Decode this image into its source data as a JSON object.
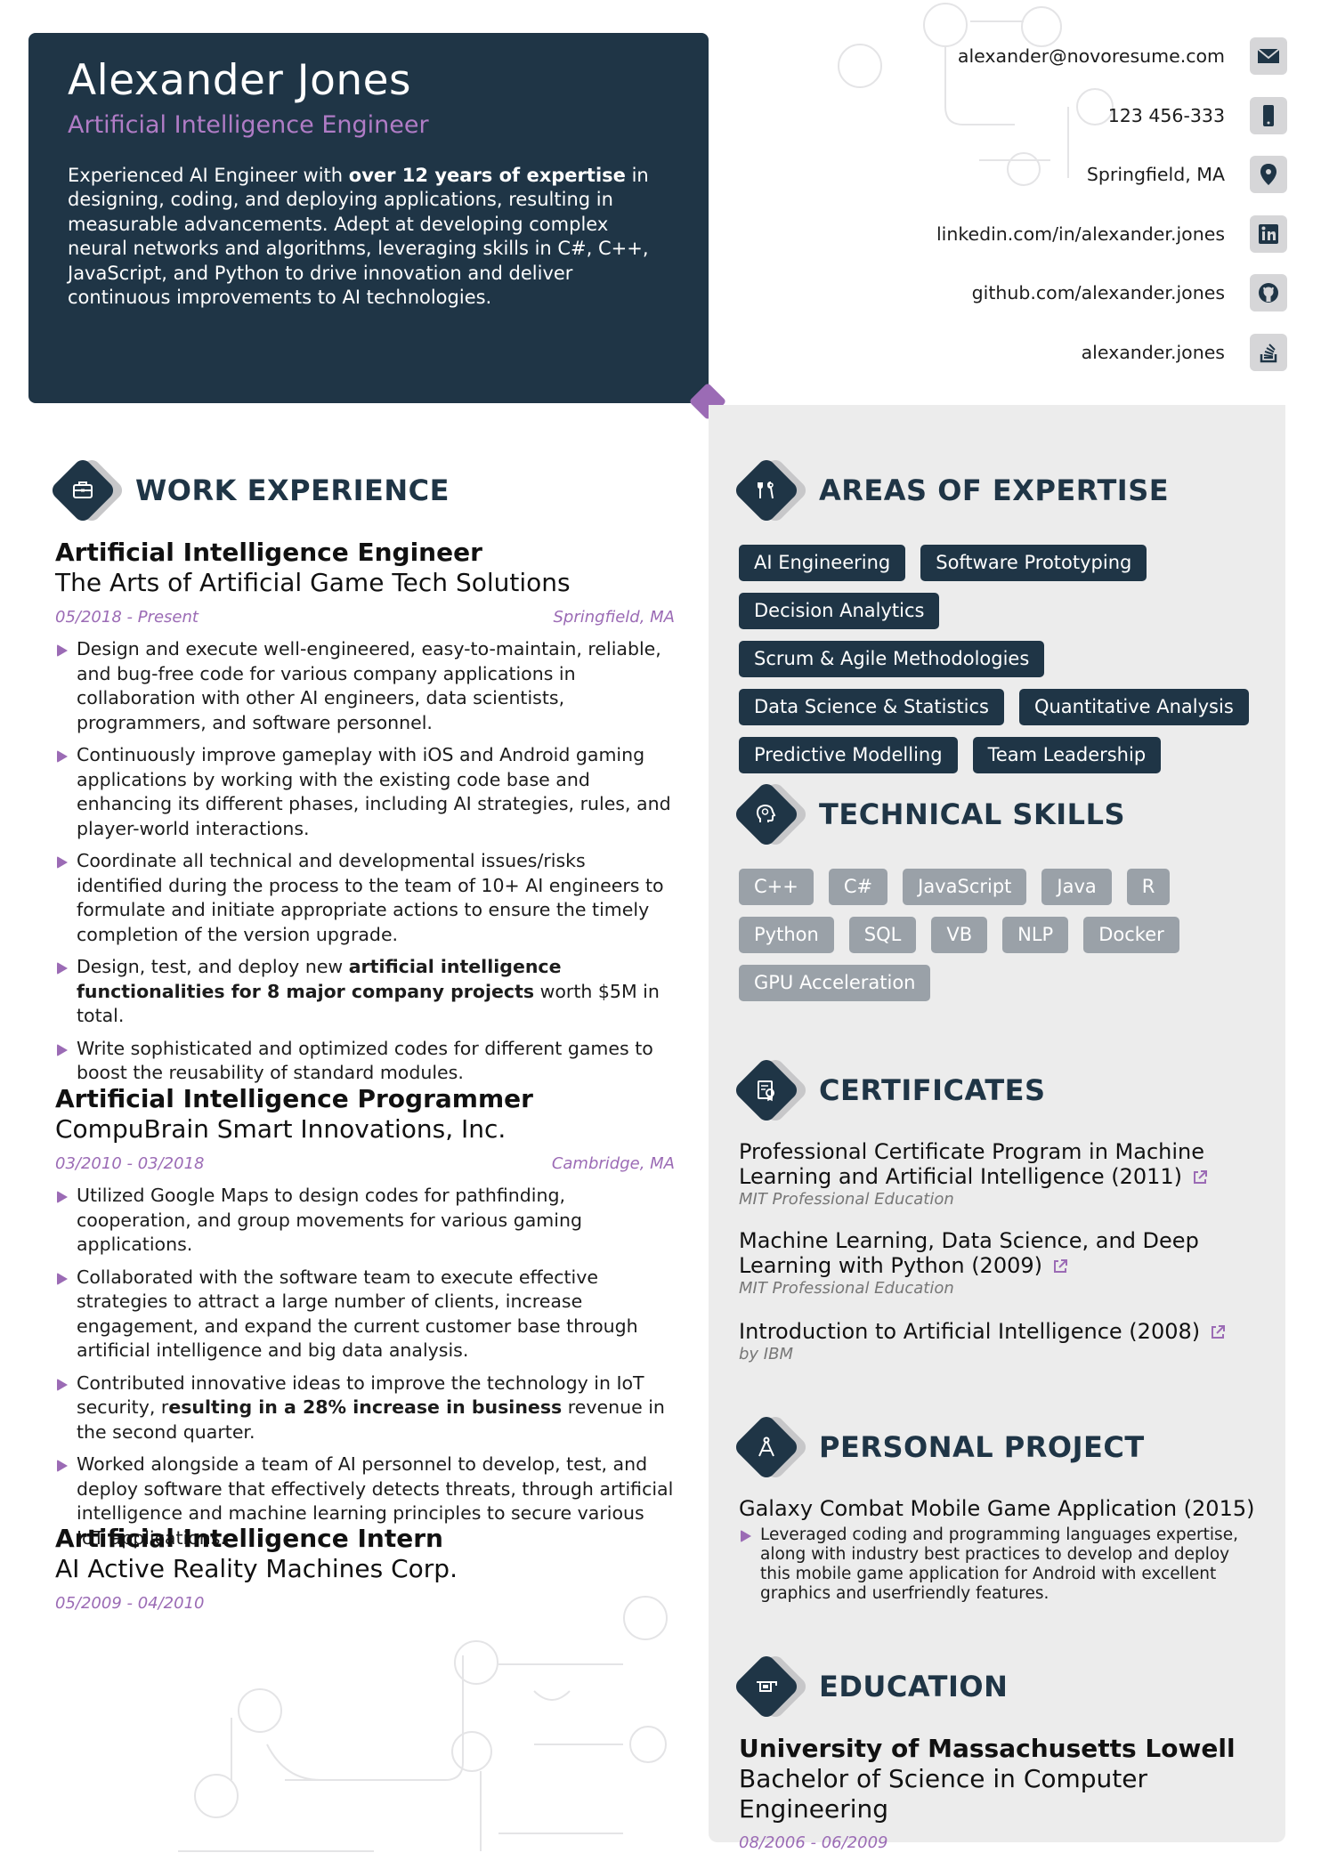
{
  "header": {
    "name": "Alexander Jones",
    "role": "Artificial Intelligence Engineer",
    "summary": {
      "p1": "Experienced AI Engineer with ",
      "b1": "over 12 years of expertise",
      "p2": " in designing, coding, and deploying applications, resulting in measurable advancements. Adept at developing complex neural networks and algorithms, leveraging skills in C#, C++, JavaScript, and Python to drive innovation and deliver continuous improvements to AI technologies."
    }
  },
  "contacts": [
    {
      "text": "alexander@novoresume.com",
      "icon": "envelope-icon"
    },
    {
      "text": "123 456-333",
      "icon": "phone-icon"
    },
    {
      "text": "Springfield, MA",
      "icon": "location-pin-icon"
    },
    {
      "text": "linkedin.com/in/alexander.jones",
      "icon": "linkedin-icon"
    },
    {
      "text": "github.com/alexander.jones",
      "icon": "github-icon"
    },
    {
      "text": "alexander.jones",
      "icon": "stackoverflow-icon"
    }
  ],
  "sections": {
    "work": "WORK EXPERIENCE",
    "expertise": "AREAS OF EXPERTISE",
    "skills": "TECHNICAL SKILLS",
    "certificates": "CERTIFICATES",
    "project": "PERSONAL PROJECT",
    "education": "EDUCATION"
  },
  "jobs": [
    {
      "title": "Artificial Intelligence Engineer",
      "company": "The Arts of Artificial Game Tech Solutions",
      "dates": "05/2018 - Present",
      "location": "Springfield, MA",
      "bullets": [
        {
          "a": "Design and execute well-engineered, easy-to-maintain, reliable, and bug-free code for various company applications in collaboration with other AI engineers, data scientists, programmers, and software personnel."
        },
        {
          "a": "Continuously improve gameplay with iOS and Android gaming applications by working with the existing code base and enhancing its different phases, including AI strategies, rules, and player-world interactions."
        },
        {
          "a": "Coordinate all technical and developmental issues/risks identified during the process to the team of 10+ AI engineers to formulate and initiate appropriate actions to ensure the timely completion of the version upgrade."
        },
        {
          "a": "Design, test, and deploy new ",
          "b": "artificial intelligence functionalities for 8 major company projects",
          "c": " worth $5M in total."
        },
        {
          "a": "Write sophisticated and optimized codes for different games to boost the reusability of standard modules."
        }
      ]
    },
    {
      "title": "Artificial Intelligence Programmer",
      "company": "CompuBrain Smart Innovations, Inc.",
      "dates": "03/2010 - 03/2018",
      "location": "Cambridge, MA",
      "bullets": [
        {
          "a": "Utilized Google Maps to design codes for pathfinding, cooperation, and group movements for various gaming applications."
        },
        {
          "a": "Collaborated with the software team to execute effective strategies to attract a large number of clients, increase engagement, and expand the current customer base through artificial intelligence and big data analysis."
        },
        {
          "a": "Contributed innovative ideas to improve the technology in IoT security, r",
          "b": "esulting in a 28% increase in business",
          "c": " revenue in the second quarter."
        },
        {
          "a": "Worked alongside a team of AI personnel to develop, test, and deploy software that effectively detects threats, through artificial intelligence and machine learning principles to secure various IoT applications."
        }
      ]
    },
    {
      "title": "Artificial Intelligence Intern",
      "company": "AI Active Reality Machines Corp.",
      "dates": "05/2009 - 04/2010",
      "location": ""
    }
  ],
  "expertise": [
    "AI Engineering",
    "Software Prototyping",
    "Decision Analytics",
    "Scrum & Agile Methodologies",
    "Data Science & Statistics",
    "Quantitative Analysis",
    "Predictive Modelling",
    "Team Leadership"
  ],
  "skills": [
    "C++",
    "C#",
    "JavaScript",
    "Java",
    "R",
    "Python",
    "SQL",
    "VB",
    "NLP",
    "Docker",
    "GPU Acceleration"
  ],
  "certificates": [
    {
      "title": "Professional Certificate Program in Machine Learning and Artificial Intelligence (2011)",
      "org": "MIT Professional Education"
    },
    {
      "title": "Machine Learning, Data Science, and Deep Learning with Python (2009)",
      "org": "MIT Professional Education"
    },
    {
      "title": "Introduction to Artificial Intelligence (2008)",
      "org": "by IBM"
    }
  ],
  "project": {
    "title": "Galaxy Combat Mobile Game Application (2015)",
    "bullet": "Leveraged coding and programming languages expertise, along with industry best practices to develop and deploy this mobile game application for Android with excellent graphics and userfriendly features."
  },
  "education": {
    "school": "University of Massachusetts Lowell",
    "degree": "Bachelor of Science in Computer Engineering",
    "dates": "08/2006 - 06/2009"
  },
  "colors": {
    "navy": "#1f3546",
    "accent": "#9b6bb5",
    "panel": "#ececec",
    "tag_grey": "#9aa1a8"
  }
}
